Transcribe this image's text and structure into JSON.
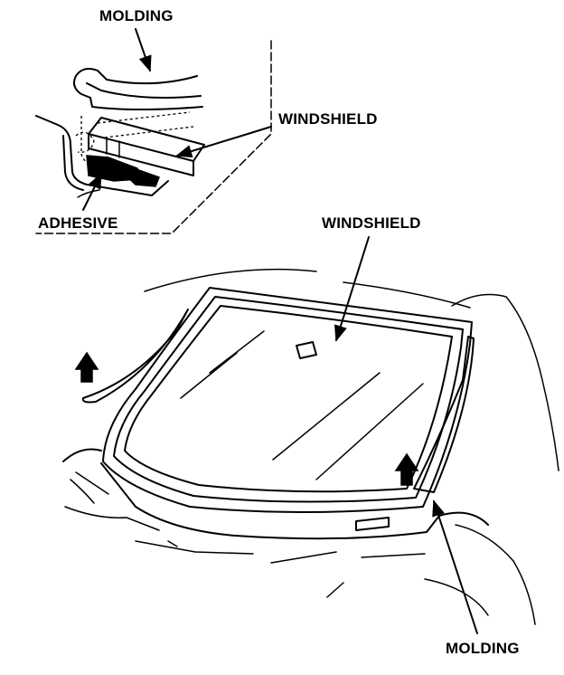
{
  "labels": {
    "molding_top": "MOLDING",
    "windshield_inset": "WINDSHIELD",
    "adhesive": "ADHESIVE",
    "windshield_main": "WINDSHIELD",
    "molding_bottom": "MOLDING"
  },
  "colors": {
    "ink": "#000000",
    "paper": "#ffffff"
  }
}
